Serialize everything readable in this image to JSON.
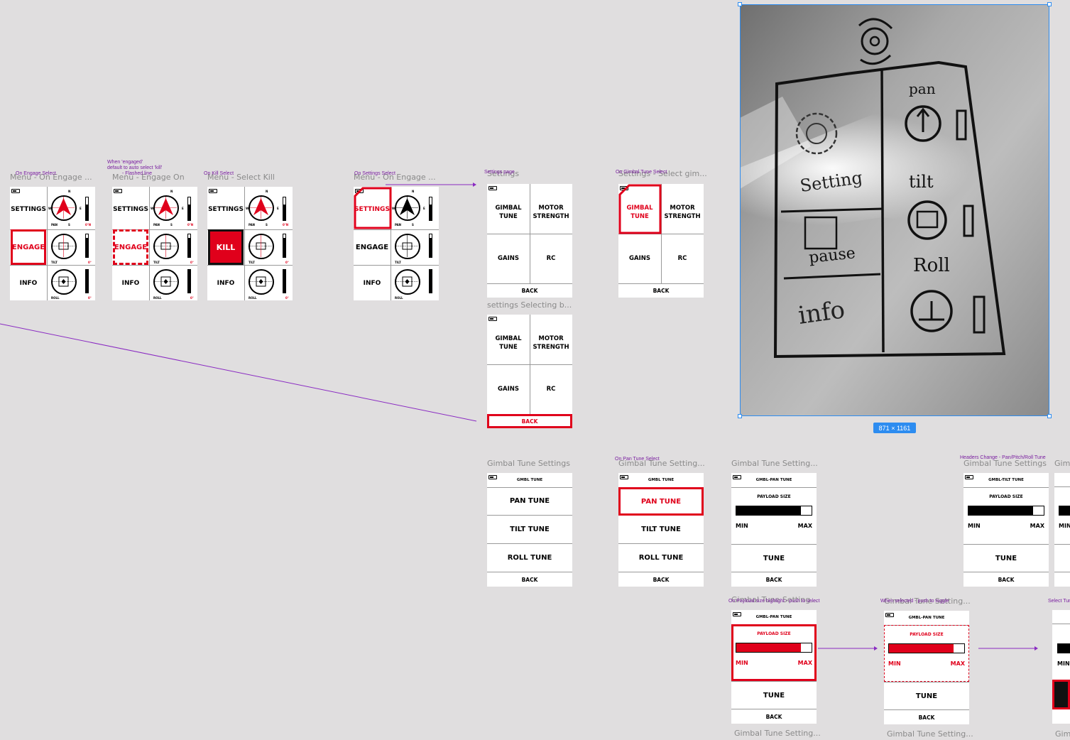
{
  "colors": {
    "accent": "#e0001b",
    "flow": "#8a2bc2",
    "selection": "#2d8cf0",
    "canvas": "#e0dedf"
  },
  "frame_titles": {
    "menu_on_engage": "Menu - On Engage ...",
    "menu_engage_on": "Menu - Engage On",
    "menu_select_kill": "Menu - Select Kill",
    "menu_on_engage_2": "Menu - On Engage ...",
    "settings": "Settings",
    "settings_select_gimbal": "Settings - Select gim...",
    "settings_selecting_back": "settings Selecting b...",
    "gimbal_tune_settings": "Gimbal Tune Settings",
    "gimbal_tune_setting_1": "Gimbal Tune Setting...",
    "gimbal_tune_setting_2": "Gimbal Tune Setting...",
    "gimbal_tune_settings_tilt": "Gimbal Tune Settings",
    "gimbal_tune_setting_3": "Gimbal Tune Setting...",
    "gimbal_tune_setting_4": "Gimbal Tune Setting...",
    "gimbal_tune_setting_5": "Gimbal Tune Setting...",
    "cut_gim": "Gim",
    "cut_gim_bottom": "Gim"
  },
  "annotations": {
    "on_engage_select": "On Engage Select",
    "when_engaged_1": "When 'engaged'",
    "when_engaged_2": "default to auto select 'kill'",
    "when_engaged_3": "- Flashed line",
    "on_kill_select": "On Kill Select",
    "on_settings_select": "On Settings Select",
    "settings_page": "Settings page",
    "on_gimbal_tune_select": "On Gimbal Tune Select",
    "on_pan_tune_select": "On Pan Tune Select",
    "headers_change": "Headers Change - Pan/Pitch/Roll Tune",
    "on_payload_select": "On Payload size highlight - push to select",
    "when_selected": "When selected - push to toggle",
    "select_tune": "Select Tune"
  },
  "menu": {
    "settings": "SETTINGS",
    "engage": "ENGAGE",
    "kill": "KILL",
    "info": "INFO",
    "pan": "PAN",
    "tilt": "TILT",
    "roll": "ROLL",
    "n": "N",
    "s": "S",
    "e": "E",
    "w": "W",
    "pan_value": "0°N",
    "tilt_value": "0°",
    "roll_value": "0°"
  },
  "settings_page": {
    "gimbal_tune_1": "GIMBAL",
    "gimbal_tune_2": "TUNE",
    "motor_1": "MOTOR",
    "motor_2": "STRENGTH",
    "gains": "GAINS",
    "rc": "RC",
    "back": "BACK"
  },
  "gimbal_tune": {
    "header": "GMBL TUNE",
    "pan_tune": "PAN TUNE",
    "tilt_tune": "TILT TUNE",
    "roll_tune": "ROLL TUNE",
    "back": "BACK"
  },
  "pan_tune": {
    "header": "GMBL-PAN TUNE",
    "header_tilt": "GMBL-TILT TUNE",
    "payload": "PAYLOAD SIZE",
    "min": "MIN",
    "max": "MAX",
    "tune": "TUNE",
    "back": "BACK",
    "payload_level": 0.86
  },
  "photo": {
    "dimensions": "871 × 1161",
    "pan": "pan",
    "tilt": "tilt",
    "roll": "Roll",
    "setting": "Setting",
    "pause": "pause",
    "info": "info"
  },
  "cut": {
    "min": "MIN"
  }
}
